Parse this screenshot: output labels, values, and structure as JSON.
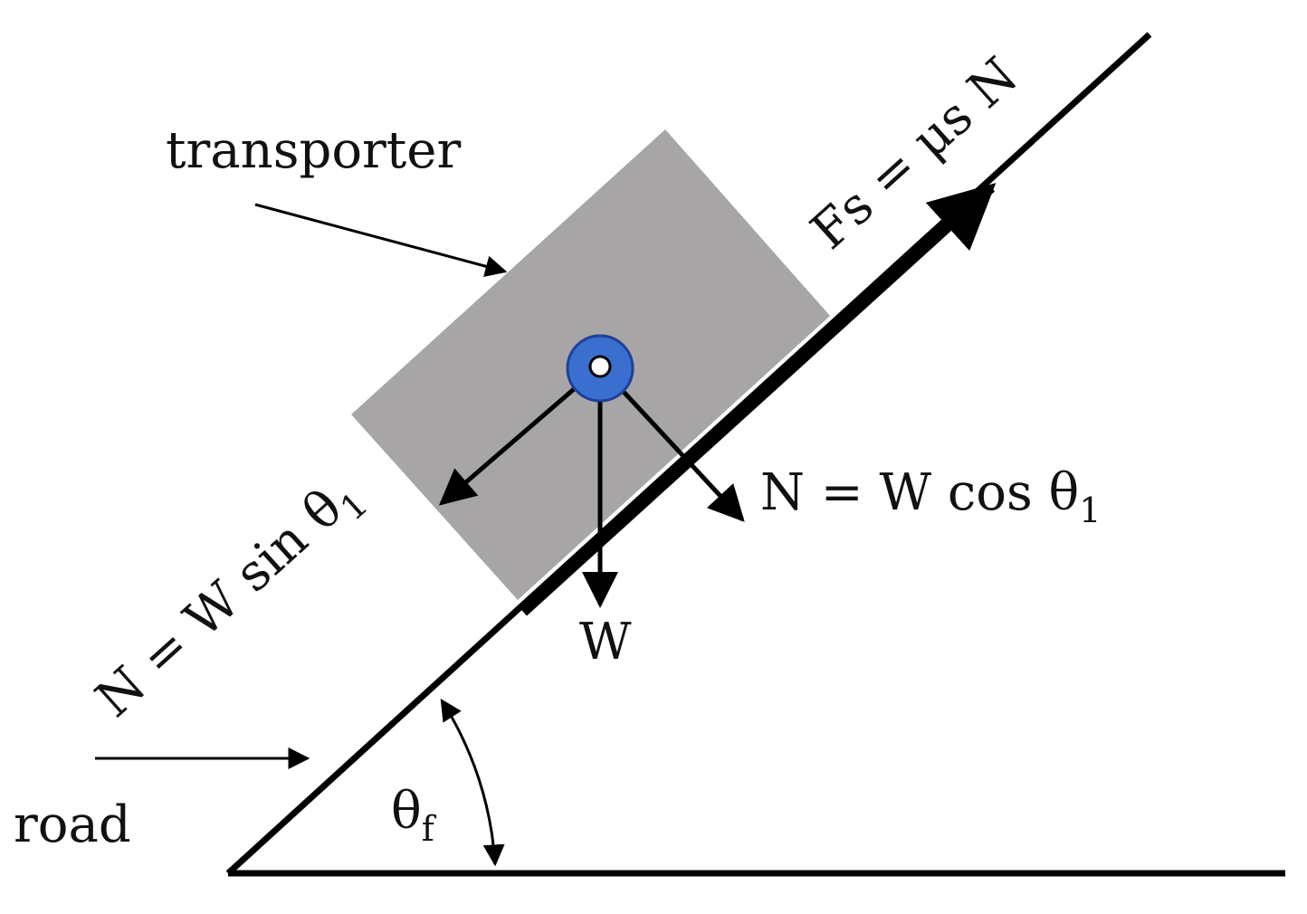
{
  "labels": {
    "transporter": "transporter",
    "road": "road",
    "friction_force": "Fs = μs N",
    "parallel_force": {
      "main": "N = W sin θ",
      "sub": "1"
    },
    "normal_force": {
      "main": "N = W cos θ",
      "sub": "1"
    },
    "weight": "W",
    "angle": {
      "main": "θ",
      "sub": "f"
    }
  },
  "colors": {
    "line": "#000000",
    "text": "#111111",
    "block_fill": "#a7a5a5",
    "center_marker_fill": "#3a6fd0",
    "center_marker_stroke": "#1f3f99"
  }
}
